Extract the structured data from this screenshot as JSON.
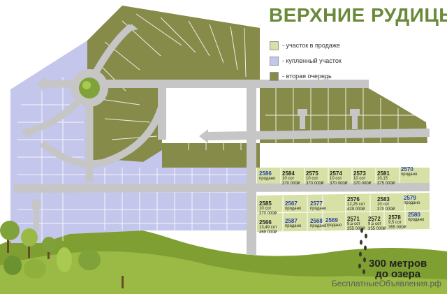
{
  "title": "ВЕРХНИЕ РУДИЦЫ",
  "legend": [
    {
      "label": "- участок в продаже",
      "color": "#d7e1a6"
    },
    {
      "label": "- купленный участок",
      "color": "#c4c6ec"
    },
    {
      "label": "- вторая очередь",
      "color": "#868b49"
    }
  ],
  "colors": {
    "for_sale": "#d7e1a6",
    "purchased": "#c4c6ec",
    "second_stage": "#868b49",
    "road": "#c6c6c6"
  },
  "plots": [
    {
      "number": "2586",
      "sold": true,
      "info": [
        "продано"
      ]
    },
    {
      "number": "2584",
      "sold": false,
      "info": [
        "10 сот",
        "370 000₽"
      ]
    },
    {
      "number": "2575",
      "sold": false,
      "info": [
        "10 сот",
        "370 000₽"
      ]
    },
    {
      "number": "2574",
      "sold": false,
      "info": [
        "10 сот",
        "370 000₽"
      ]
    },
    {
      "number": "2573",
      "sold": false,
      "info": [
        "10 сот",
        "370 000₽"
      ]
    },
    {
      "number": "2581",
      "sold": false,
      "info": [
        "10,15",
        "375 000₽"
      ]
    },
    {
      "number": "2570",
      "sold": true,
      "info": [
        "продано"
      ]
    },
    {
      "number": "2585",
      "sold": false,
      "info": [
        "10 сот",
        "370 000₽"
      ]
    },
    {
      "number": "2567",
      "sold": true,
      "info": [
        "продано"
      ]
    },
    {
      "number": "2577",
      "sold": true,
      "info": [
        "продано"
      ]
    },
    {
      "number": "2576",
      "sold": false,
      "info": [
        "12,25 сот",
        "429 000₽"
      ]
    },
    {
      "number": "2583",
      "sold": false,
      "info": [
        "10 сот",
        "370 000₽"
      ]
    },
    {
      "number": "2579",
      "sold": true,
      "info": [
        "продано"
      ]
    },
    {
      "number": "2566",
      "sold": false,
      "info": [
        "13,49 сот",
        "469 000₽"
      ]
    },
    {
      "number": "2587",
      "sold": true,
      "info": [
        "продано"
      ]
    },
    {
      "number": "2568",
      "sold": true,
      "info": [
        "продано"
      ]
    },
    {
      "number": "2569",
      "sold": true,
      "info": [
        "продано"
      ]
    },
    {
      "number": "2571",
      "sold": false,
      "info": [
        "9,5 сот",
        "355 000₽"
      ]
    },
    {
      "number": "2572",
      "sold": false,
      "info": [
        "9,5 сот",
        "355 000₽"
      ]
    },
    {
      "number": "2578",
      "sold": false,
      "info": [
        "9,5 сот",
        "355 000₽"
      ]
    },
    {
      "number": "2580",
      "sold": true,
      "info": [
        "продано"
      ]
    }
  ],
  "lake_note": [
    "300 метров",
    "до озера"
  ],
  "watermark": "БесплатныеОбъявления.рф"
}
